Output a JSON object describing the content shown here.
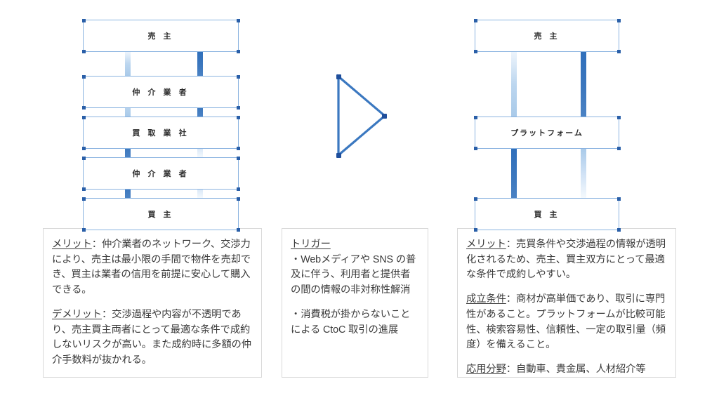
{
  "slide": {
    "background": "#ffffff",
    "accent_dark": "#2f6fbb",
    "accent_light": "#9cc0e6",
    "box_border": "#8ab3e0",
    "handle_color": "#2a5fa8",
    "panel_border": "#d9d9d9"
  },
  "left_diagram": {
    "name": "traditional-brokerage-chain",
    "nodes": [
      {
        "id": "seller",
        "label": "売 主"
      },
      {
        "id": "broker1",
        "label": "仲 介 業 者"
      },
      {
        "id": "reseller",
        "label": "買 取 業 社"
      },
      {
        "id": "broker2",
        "label": "仲 介 業 者"
      },
      {
        "id": "buyer",
        "label": "買 主"
      }
    ],
    "connector_count": 8
  },
  "middle_marker": {
    "name": "play-triangle",
    "shape": "triangle-right",
    "vertex_count": 3
  },
  "right_diagram": {
    "name": "platform-model-chain",
    "nodes": [
      {
        "id": "seller",
        "label": "売 主"
      },
      {
        "id": "platform",
        "label": "プラットフォーム"
      },
      {
        "id": "buyer",
        "label": "買 主"
      }
    ],
    "connector_count": 4
  },
  "panels": [
    {
      "id": "left-panel",
      "name": "traditional-model-notes",
      "paragraphs": [
        {
          "lead": "メリット",
          "body": "：仲介業者のネットワーク、交渉力により、売主は最小限の手間で物件を売却でき、買主は業者の信用を前提に安心して購入できる。"
        },
        {
          "lead": "デメリット",
          "body": "：交渉過程や内容が不透明であり、売主買主両者にとって最適な条件で成約しないリスクが高い。また成約時に多額の仲介手数料が抜かれる。"
        }
      ]
    },
    {
      "id": "middle-panel",
      "name": "trigger-notes",
      "paragraphs": [
        {
          "lead": "トリガー",
          "body": ""
        },
        {
          "lead": "",
          "body": "・Webメディアや SNS の普及に伴う、利用者と提供者の間の情報の非対称性解消"
        },
        {
          "lead": "",
          "body": "・消費税が掛からないことによる CtoC 取引の進展"
        }
      ]
    },
    {
      "id": "right-panel",
      "name": "platform-model-notes",
      "paragraphs": [
        {
          "lead": "メリット",
          "body": "：売買条件や交渉過程の情報が透明化されるため、売主、買主双方にとって最適な条件で成約しやすい。"
        },
        {
          "lead": "成立条件",
          "body": "：商材が高単価であり、取引に専門性があること。プラットフォームが比較可能性、検索容易性、信頼性、一定の取引量（頻度）を備えること。"
        },
        {
          "lead": "応用分野",
          "body": "：自動車、貴金属、人材紹介等"
        }
      ]
    }
  ]
}
